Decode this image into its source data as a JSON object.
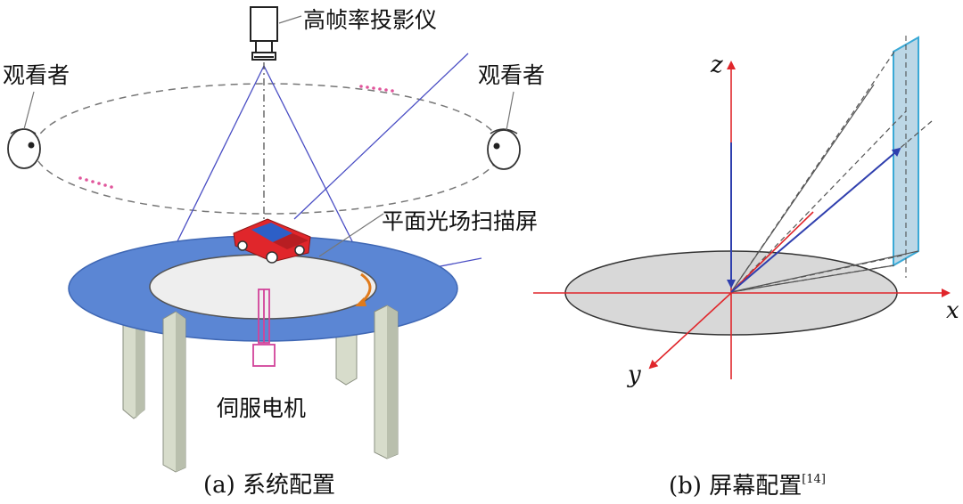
{
  "panel_a": {
    "projector_label": "高帧率投影仪",
    "viewer_left_label": "观看者",
    "viewer_right_label": "观看者",
    "screen_label": "平面光场扫描屏",
    "motor_label": "伺服电机",
    "caption": "(a) 系统配置"
  },
  "panel_b": {
    "axis_z": "z",
    "axis_x": "x",
    "axis_y": "y",
    "caption_main": "(b) 屏幕配置",
    "caption_ref": "[14]"
  },
  "colors": {
    "ring_fill": "#5b86d4",
    "ring_stroke": "#3f67b4",
    "beam_blue": "#4a4ec4",
    "axis_red": "#e0262b",
    "vector_blue": "#2f3fae",
    "screen_cyan": "#bcd7e6",
    "motor_magenta": "#d2439a",
    "car_red": "#e0262b"
  }
}
